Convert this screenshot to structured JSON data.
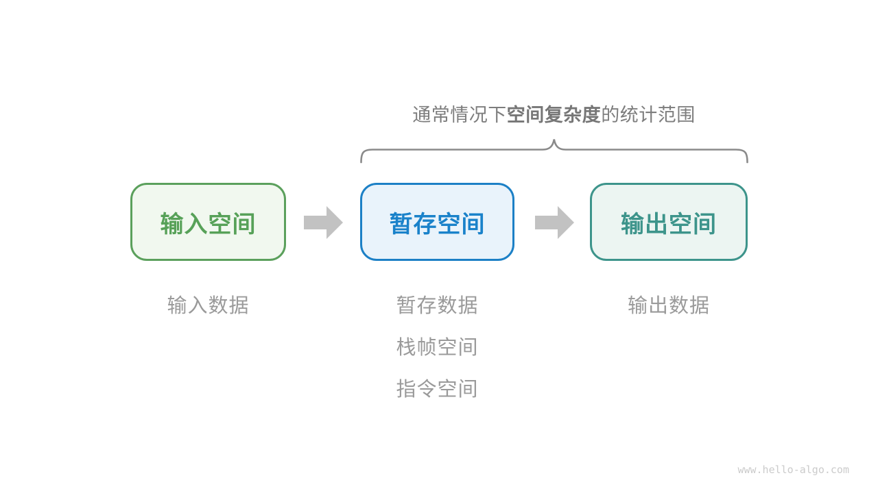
{
  "title": {
    "prefix": "通常情况下",
    "bold": "空间复杂度",
    "suffix": "的统计范围"
  },
  "boxes": [
    {
      "id": "input",
      "label": "输入空间",
      "border_color": "#5ba05c",
      "bg_color": "#f1f8ef",
      "text_color": "#57a158"
    },
    {
      "id": "temp",
      "label": "暂存空间",
      "border_color": "#1c80c6",
      "bg_color": "#e9f3fb",
      "text_color": "#1a82ca"
    },
    {
      "id": "output",
      "label": "输出空间",
      "border_color": "#3d948b",
      "bg_color": "#ecf5f2",
      "text_color": "#3d948b"
    }
  ],
  "notes": {
    "input": "输入数据",
    "temp": [
      "暂存数据",
      "栈帧空间",
      "指令空间"
    ],
    "output": "输出数据"
  },
  "icons": {
    "arrow": "right-block-arrow",
    "brace": "horizontal-curly-brace"
  },
  "colors": {
    "title_gray": "#7d7d7d",
    "note_gray": "#9a9a9a",
    "brace_gray": "#8a8a8a",
    "arrow_gray": "#c2c2c2",
    "watermark_gray": "#cbcbcb"
  },
  "watermark": "www.hello-algo.com"
}
